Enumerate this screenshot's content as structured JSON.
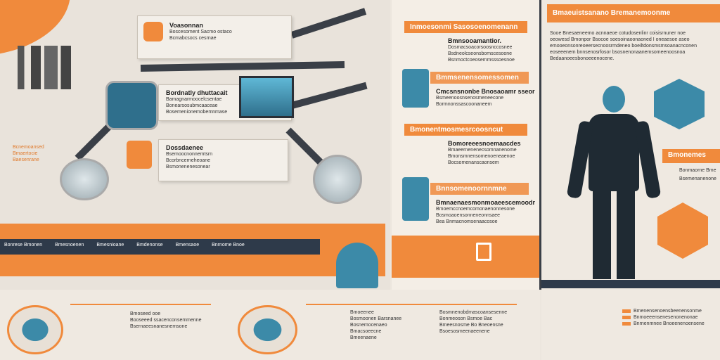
{
  "left_panel": {
    "cards": [
      {
        "title": "Voasonnan",
        "lines": [
          "Boscesoment Sacmo ostaco",
          "Bcmabcsocs cesrnae"
        ]
      },
      {
        "title": "Bordnatly dhuttacait",
        "lines": [
          "Bamagnarmoocelcsentae",
          "Bonearsosubmcaaceae",
          "Bosemenionemobemnmase"
        ]
      },
      {
        "title": "Dossdaenee",
        "lines": [
          "Bsemoocnonnemtsrn",
          "Bcorbncerneheoane",
          "Bsmonenenesonear"
        ]
      }
    ],
    "side_label": [
      "Bcnemoansed",
      "Bmaertocie",
      "Baesenrane"
    ],
    "conveyor_labels": [
      "Bonrese Bmonen",
      "Bmesnoenen",
      "Bmesnioane",
      "Bmdenonse",
      "Bmensaoe",
      "Bnrnome Bnoe"
    ],
    "bottom_left": [
      "Bmoseed ooe",
      "Booseeed ssacenconsemmenne",
      "Bsernaeesnanesnemsone"
    ],
    "bottom_mid": [
      "Bmoeenee",
      "Bosmoonen Barsnanee",
      "Bosnemocenaeo",
      "Bmacsoeecne",
      "Bmeenaene"
    ],
    "bottom_mid2": [
      "Bosmnenobdmascoansesenne",
      "Bonmeoson Bsmoe Bac",
      "Bmeesnosme Bo Bneoensne",
      "Bsoesosmeenaeenene"
    ]
  },
  "mid_panel": {
    "sections": [
      {
        "band": "Inmoesonmi Sasosoenomenann",
        "title": "Bmnsooamantior.",
        "lines": [
          "Dosmacsoacorsoosnccosnee",
          "Bsdneolcseonsbomscesoone",
          "Bsnmoctcoeosemmsssoesnoe"
        ]
      },
      {
        "band": "Bmmsenensomessomen",
        "title": "Cmcsnsnonbe Bnosaoamr sseor",
        "lines": [
          "Bsmeenoosnsenosmeneecone",
          "Bormnonssascoonaneem"
        ]
      },
      {
        "band": "Bmonentmosmesrcoosncut",
        "title": "Bomoreeesnoemaacdes",
        "lines": [
          "Bmaeernenenecsomnanenome",
          "Bmonsmnensomenoeneaenoe",
          "Bocsomenanscaonsem"
        ]
      },
      {
        "band": "Bnnsomenoornnmne",
        "title": "Bmnaenaesmonmoaeescemoodr",
        "lines": [
          "Bmoemccnoemcomonaenonnesone",
          "Bosmoaoensonneneonnsaee",
          "Bea Bnmacnomsenaacosoe"
        ]
      }
    ]
  },
  "right_panel": {
    "header": "Bmaeuistsanano Bremanemoonme",
    "paragraph": [
      "Sooe Bnesaeneemo acnnaeoe cotudosenlinr  coisisrnuner noe",
      "oeowesd Bmonpor Bsocoe soesoinaoonaoned I oneaesoe aseo",
      "emooeonsonreoeersecnoosrmdeneo boeiltdonsmsmsoanacnconen",
      "eoseeenem bnnsenosrfosor bsosnenonaanemsomeenoosnoa",
      "Bedaanoeesbonoeeenocene."
    ],
    "badge_label": "Bmonemes",
    "badge_sub": "Bonmaorne Bme",
    "badge_sub2": "Bsemenanenone",
    "legend": [
      {
        "label": "Bmenensenoensbeenensonme",
        "color": "#f08a3c"
      },
      {
        "label": "Bnmoeeensenesenonenonae",
        "color": "#f08a3c"
      },
      {
        "label": "Bnrnenmnee Bnoeenenoensene",
        "color": "#f08a3c"
      }
    ]
  },
  "colors": {
    "accent": "#f08a3c",
    "dark": "#2e3a4a",
    "teal": "#3c8aa8"
  }
}
